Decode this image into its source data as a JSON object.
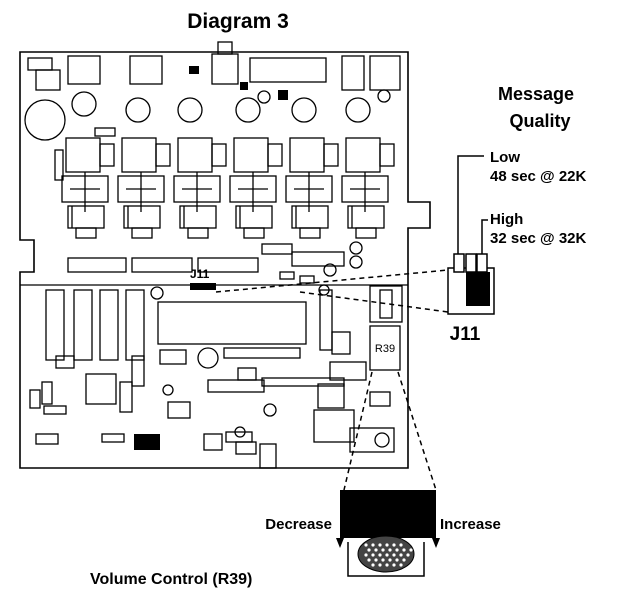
{
  "title": "Diagram 3",
  "message_quality": {
    "heading_line1": "Message",
    "heading_line2": "Quality",
    "low_label": "Low",
    "low_detail": "48 sec @ 22K",
    "high_label": "High",
    "high_detail": "32 sec @ 32K"
  },
  "jumper": {
    "board_label": "J11",
    "callout_label": "J11"
  },
  "resistor_label": "R39",
  "volume": {
    "decrease_label": "Decrease",
    "increase_label": "Increase",
    "caption": "Volume Control (R39)"
  }
}
